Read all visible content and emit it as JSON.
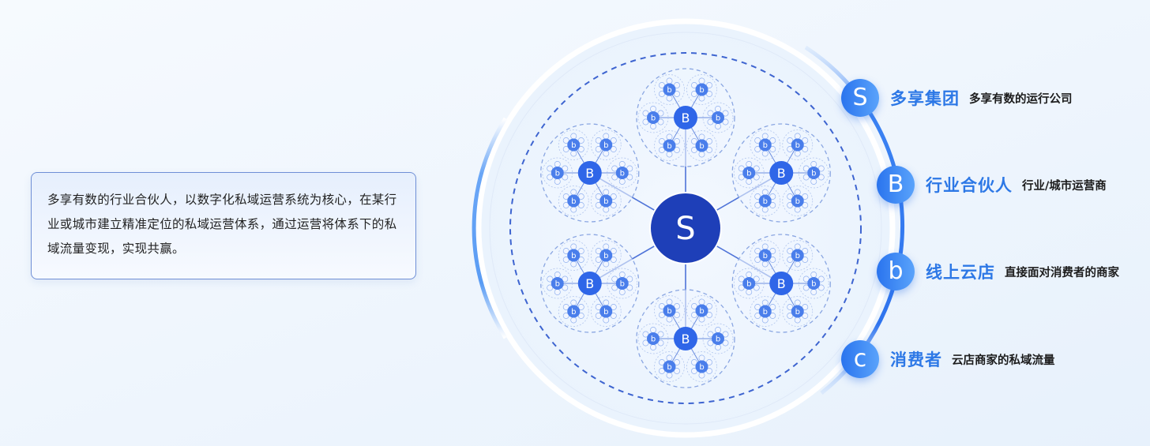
{
  "intro": {
    "text": "多享有数的行业合伙人，以数字化私域运营系统为核心，在某行业或城市建立精准定位的私域运营体系，通过运营将体系下的私域流量变现，实现共赢。"
  },
  "diagram": {
    "center_label": "S",
    "partner_label": "B",
    "store_label": "b",
    "consumer_label": "c",
    "colors": {
      "center": "#1e3fb8",
      "partner": "#2f66e8",
      "store": "#4a7eeb",
      "consumer": "#8fb0ef",
      "dashed": "#3d64d0",
      "badge_start": "#2a74ee",
      "badge_end": "#5aa3fb",
      "title": "#2d78e6"
    }
  },
  "legend": [
    {
      "badge": "S",
      "title": "多享集团",
      "desc": "多享有数的运行公司"
    },
    {
      "badge": "B",
      "title": "行业合伙人",
      "desc": "行业/城市运营商"
    },
    {
      "badge": "b",
      "title": "线上云店",
      "desc": "直接面对消费者的商家"
    },
    {
      "badge": "c",
      "title": "消费者",
      "desc": "云店商家的私域流量"
    }
  ]
}
